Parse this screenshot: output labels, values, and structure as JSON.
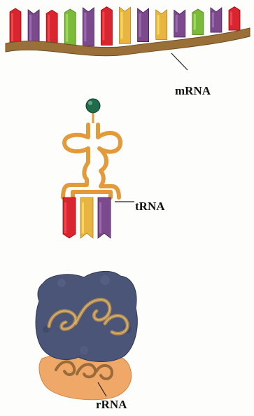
{
  "labels": {
    "mrna": "mRNA",
    "trna": "tRNA",
    "rrna": "rRNA"
  },
  "colors": {
    "red": "#d9252f",
    "purple": "#7a4a8c",
    "green": "#7cba3c",
    "yellow": "#e8b640",
    "backbone": "#9a7038",
    "trna_loop": "#e39a3a",
    "amino_acid": "#1f6b4c",
    "ribosome_large": "#4a5578",
    "ribosome_small": "#f0a868",
    "rrna_strand": "#b38a50"
  },
  "mrna_bases": [
    "red",
    "purple",
    "red",
    "green",
    "purple",
    "red",
    "yellow",
    "purple",
    "yellow",
    "purple",
    "green",
    "purple",
    "red"
  ],
  "trna_bases": [
    "red",
    "yellow",
    "purple"
  ]
}
